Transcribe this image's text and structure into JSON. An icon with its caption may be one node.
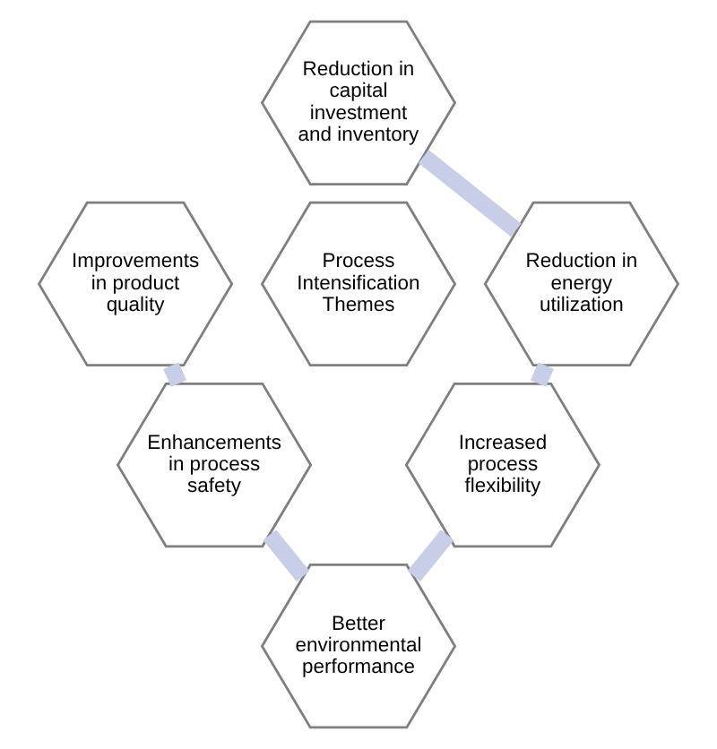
{
  "diagram": {
    "nodes": [
      {
        "text": [
          "Reduction in capital investment and inventory"
        ]
      },
      {
        "text": [
          "Improvements in product quality"
        ]
      },
      {
        "text": [
          "Reduction in energy utilization"
        ]
      },
      {
        "text": [
          "Process Intensification Themes"
        ]
      },
      {
        "text": [
          "Enhancements in process safety"
        ]
      },
      {
        "text": [
          "Increased process flexibility"
        ]
      },
      {
        "text": [
          "Better environmental performance"
        ]
      }
    ],
    "edges": [
      {
        "from": 0,
        "to": 2,
        "arrow": "none",
        "color": "#c8cde8"
      },
      {
        "from": 2,
        "to": 5,
        "arrow": "none",
        "color": "#c8cde8"
      },
      {
        "from": 5,
        "to": 6,
        "arrow": "none",
        "color": "#c8cde8"
      },
      {
        "from": 6,
        "to": 4,
        "arrow": "none",
        "color": "#c8cde8"
      },
      {
        "from": 4,
        "to": 1,
        "arrow": "none",
        "color": "#c8cde8"
      }
    ]
  }
}
